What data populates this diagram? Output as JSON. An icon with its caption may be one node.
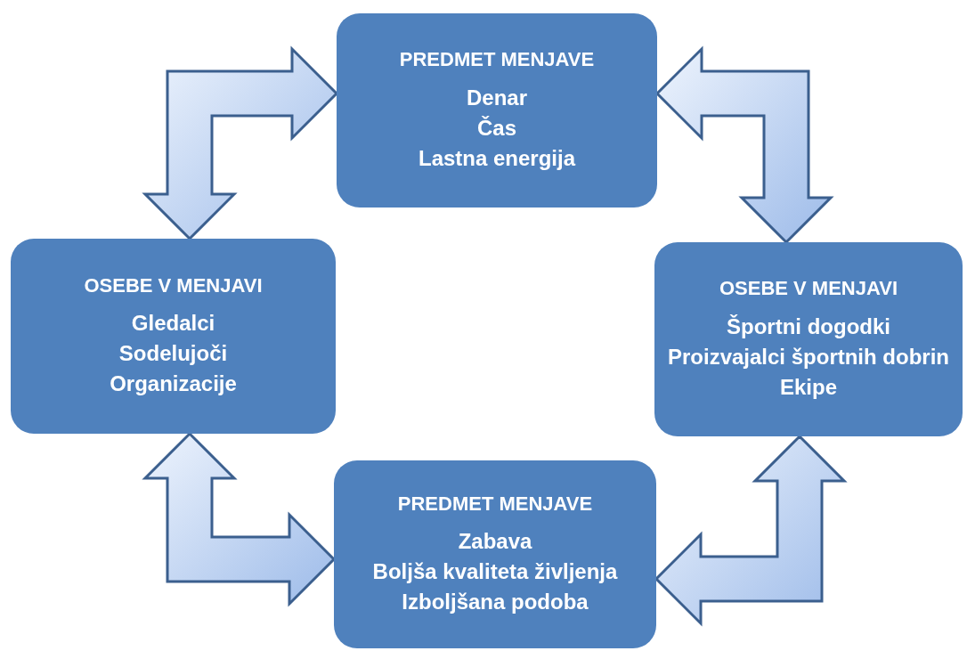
{
  "diagram": {
    "nodes": [
      {
        "text": [
          "PREDMET MENJAVE",
          "Denar",
          "Čas",
          "Lastna energija"
        ]
      },
      {
        "text": [
          "OSEBE V MENJAVI",
          "Gledalci",
          "Sodelujoči",
          "Organizacije"
        ]
      },
      {
        "text": [
          "OSEBE V MENJAVI",
          "Športni dogodki",
          "Proizvajalci športnih dobrin",
          "Ekipe"
        ]
      },
      {
        "text": [
          "PREDMET MENJAVE",
          "Zabava",
          "Boljša kvaliteta življenja",
          "Izboljšana podoba"
        ]
      }
    ],
    "edges": [
      {
        "from": 1,
        "to": 0,
        "arrow": "both"
      },
      {
        "from": 0,
        "to": 2,
        "arrow": "both"
      },
      {
        "from": 1,
        "to": 3,
        "arrow": "both"
      },
      {
        "from": 3,
        "to": 2,
        "arrow": "both"
      }
    ]
  }
}
